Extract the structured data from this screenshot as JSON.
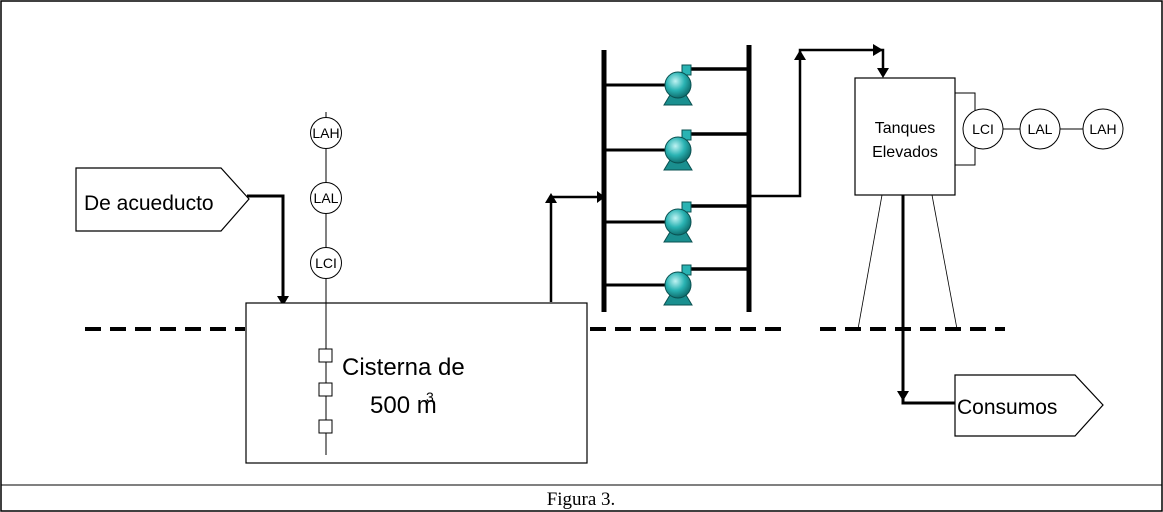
{
  "diagram": {
    "source_label": "De acueducto",
    "cistern_label_line1": "Cisterna de",
    "cistern_label_line2": "500 m",
    "cistern_superscript": "3",
    "tank_label_line1": "Tanques",
    "tank_label_line2": "Elevados",
    "consumer_label": "Consumos",
    "cistern_instruments": [
      "LAH",
      "LAL",
      "LCI"
    ],
    "tank_instruments": [
      "LCI",
      "LAL",
      "LAH"
    ],
    "pump_count": 4,
    "pump_color": "#2ab3b3"
  },
  "caption": "Figura 3."
}
